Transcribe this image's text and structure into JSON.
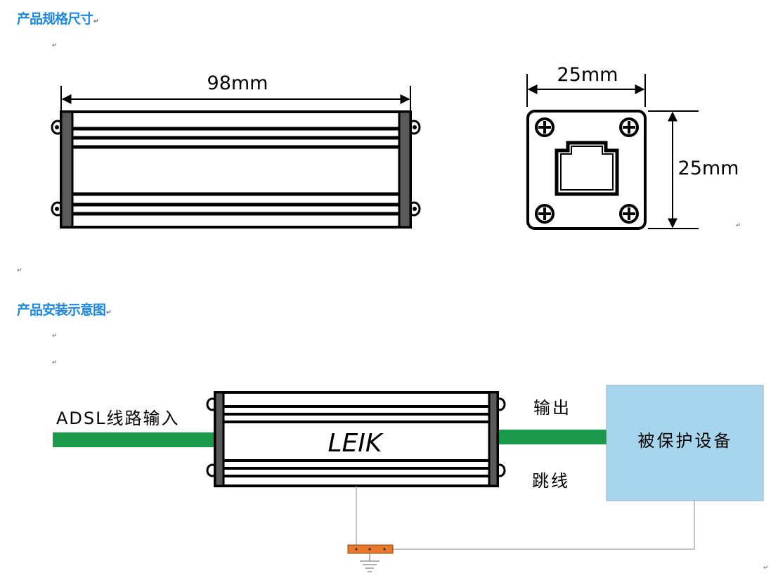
{
  "headings": {
    "specs": "产品规格尺寸",
    "install": "产品安装示意图"
  },
  "para_mark": "↵",
  "dimensions": {
    "length": "98mm",
    "width": "25mm",
    "height": "25mm"
  },
  "diagram": {
    "brand": "LEIK",
    "input_label": "ADSL线路输入",
    "output_label": "输出",
    "jumper_label": "跳线",
    "device_label": "被保护设备"
  },
  "colors": {
    "heading": "#1e88e5",
    "cable": "#1a9a4a",
    "device_box": "#a6d6ee",
    "ground_block": "#e8792a"
  }
}
